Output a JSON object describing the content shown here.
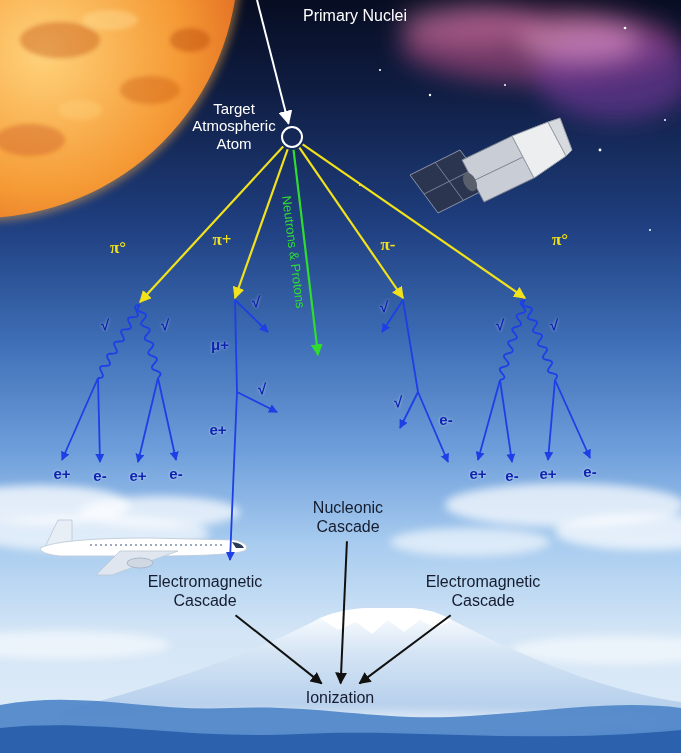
{
  "diagram": {
    "nodes": [
      {
        "text": [
          "Target Atmospheric Atom"
        ]
      },
      {
        "text": [
          "Electromagnetic Cascade"
        ]
      },
      {
        "text": [
          "Nucleonic Cascade"
        ]
      },
      {
        "text": [
          "Electromagnetic Cascade"
        ]
      },
      {
        "text": [
          "Ionization"
        ]
      }
    ],
    "edges": [
      {
        "from": 1,
        "to": 4,
        "arrow": "to"
      },
      {
        "from": 2,
        "to": 4,
        "arrow": "to"
      },
      {
        "from": 3,
        "to": 4,
        "arrow": "to"
      }
    ],
    "labels": [
      "Primary Nuclei",
      "π°",
      "π+",
      "Neutrons & Protons",
      "π-",
      "π°",
      "√",
      "√",
      "e+",
      "e-",
      "e+",
      "e-",
      "√",
      "μ+",
      "√",
      "e+",
      "√",
      "√",
      "e-",
      "√",
      "√",
      "e+",
      "e-",
      "e+",
      "e-"
    ]
  }
}
